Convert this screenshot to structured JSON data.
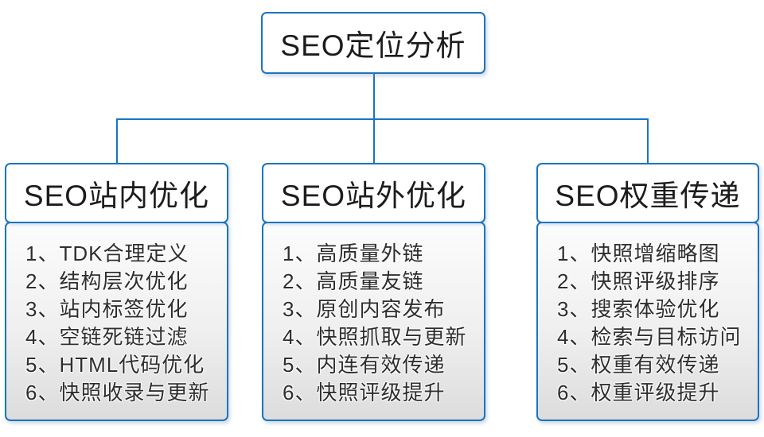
{
  "diagram": {
    "root": {
      "title": "SEO定位分析"
    },
    "branches": [
      {
        "title": "SEO站内优化",
        "items": [
          "1、TDK合理定义",
          "2、结构层次优化",
          "3、站内标签优化",
          "4、空链死链过滤",
          "5、HTML代码优化",
          "6、快照收录与更新"
        ]
      },
      {
        "title": "SEO站外优化",
        "items": [
          "1、高质量外链",
          "2、高质量友链",
          "3、原创内容发布",
          "4、快照抓取与更新",
          "5、内连有效传递",
          "6、快照评级提升"
        ]
      },
      {
        "title": "SEO权重传递",
        "items": [
          "1、快照增缩略图",
          "2、快照评级排序",
          "3、搜索体验优化",
          "4、检索与目标访问",
          "5、权重有效传递",
          "6、权重评级提升"
        ]
      }
    ],
    "colors": {
      "accent": "#1b74bf",
      "body_gradient_top": "#fcfcfc",
      "body_gradient_bottom": "#dcdcdc",
      "text": "#262626"
    }
  }
}
